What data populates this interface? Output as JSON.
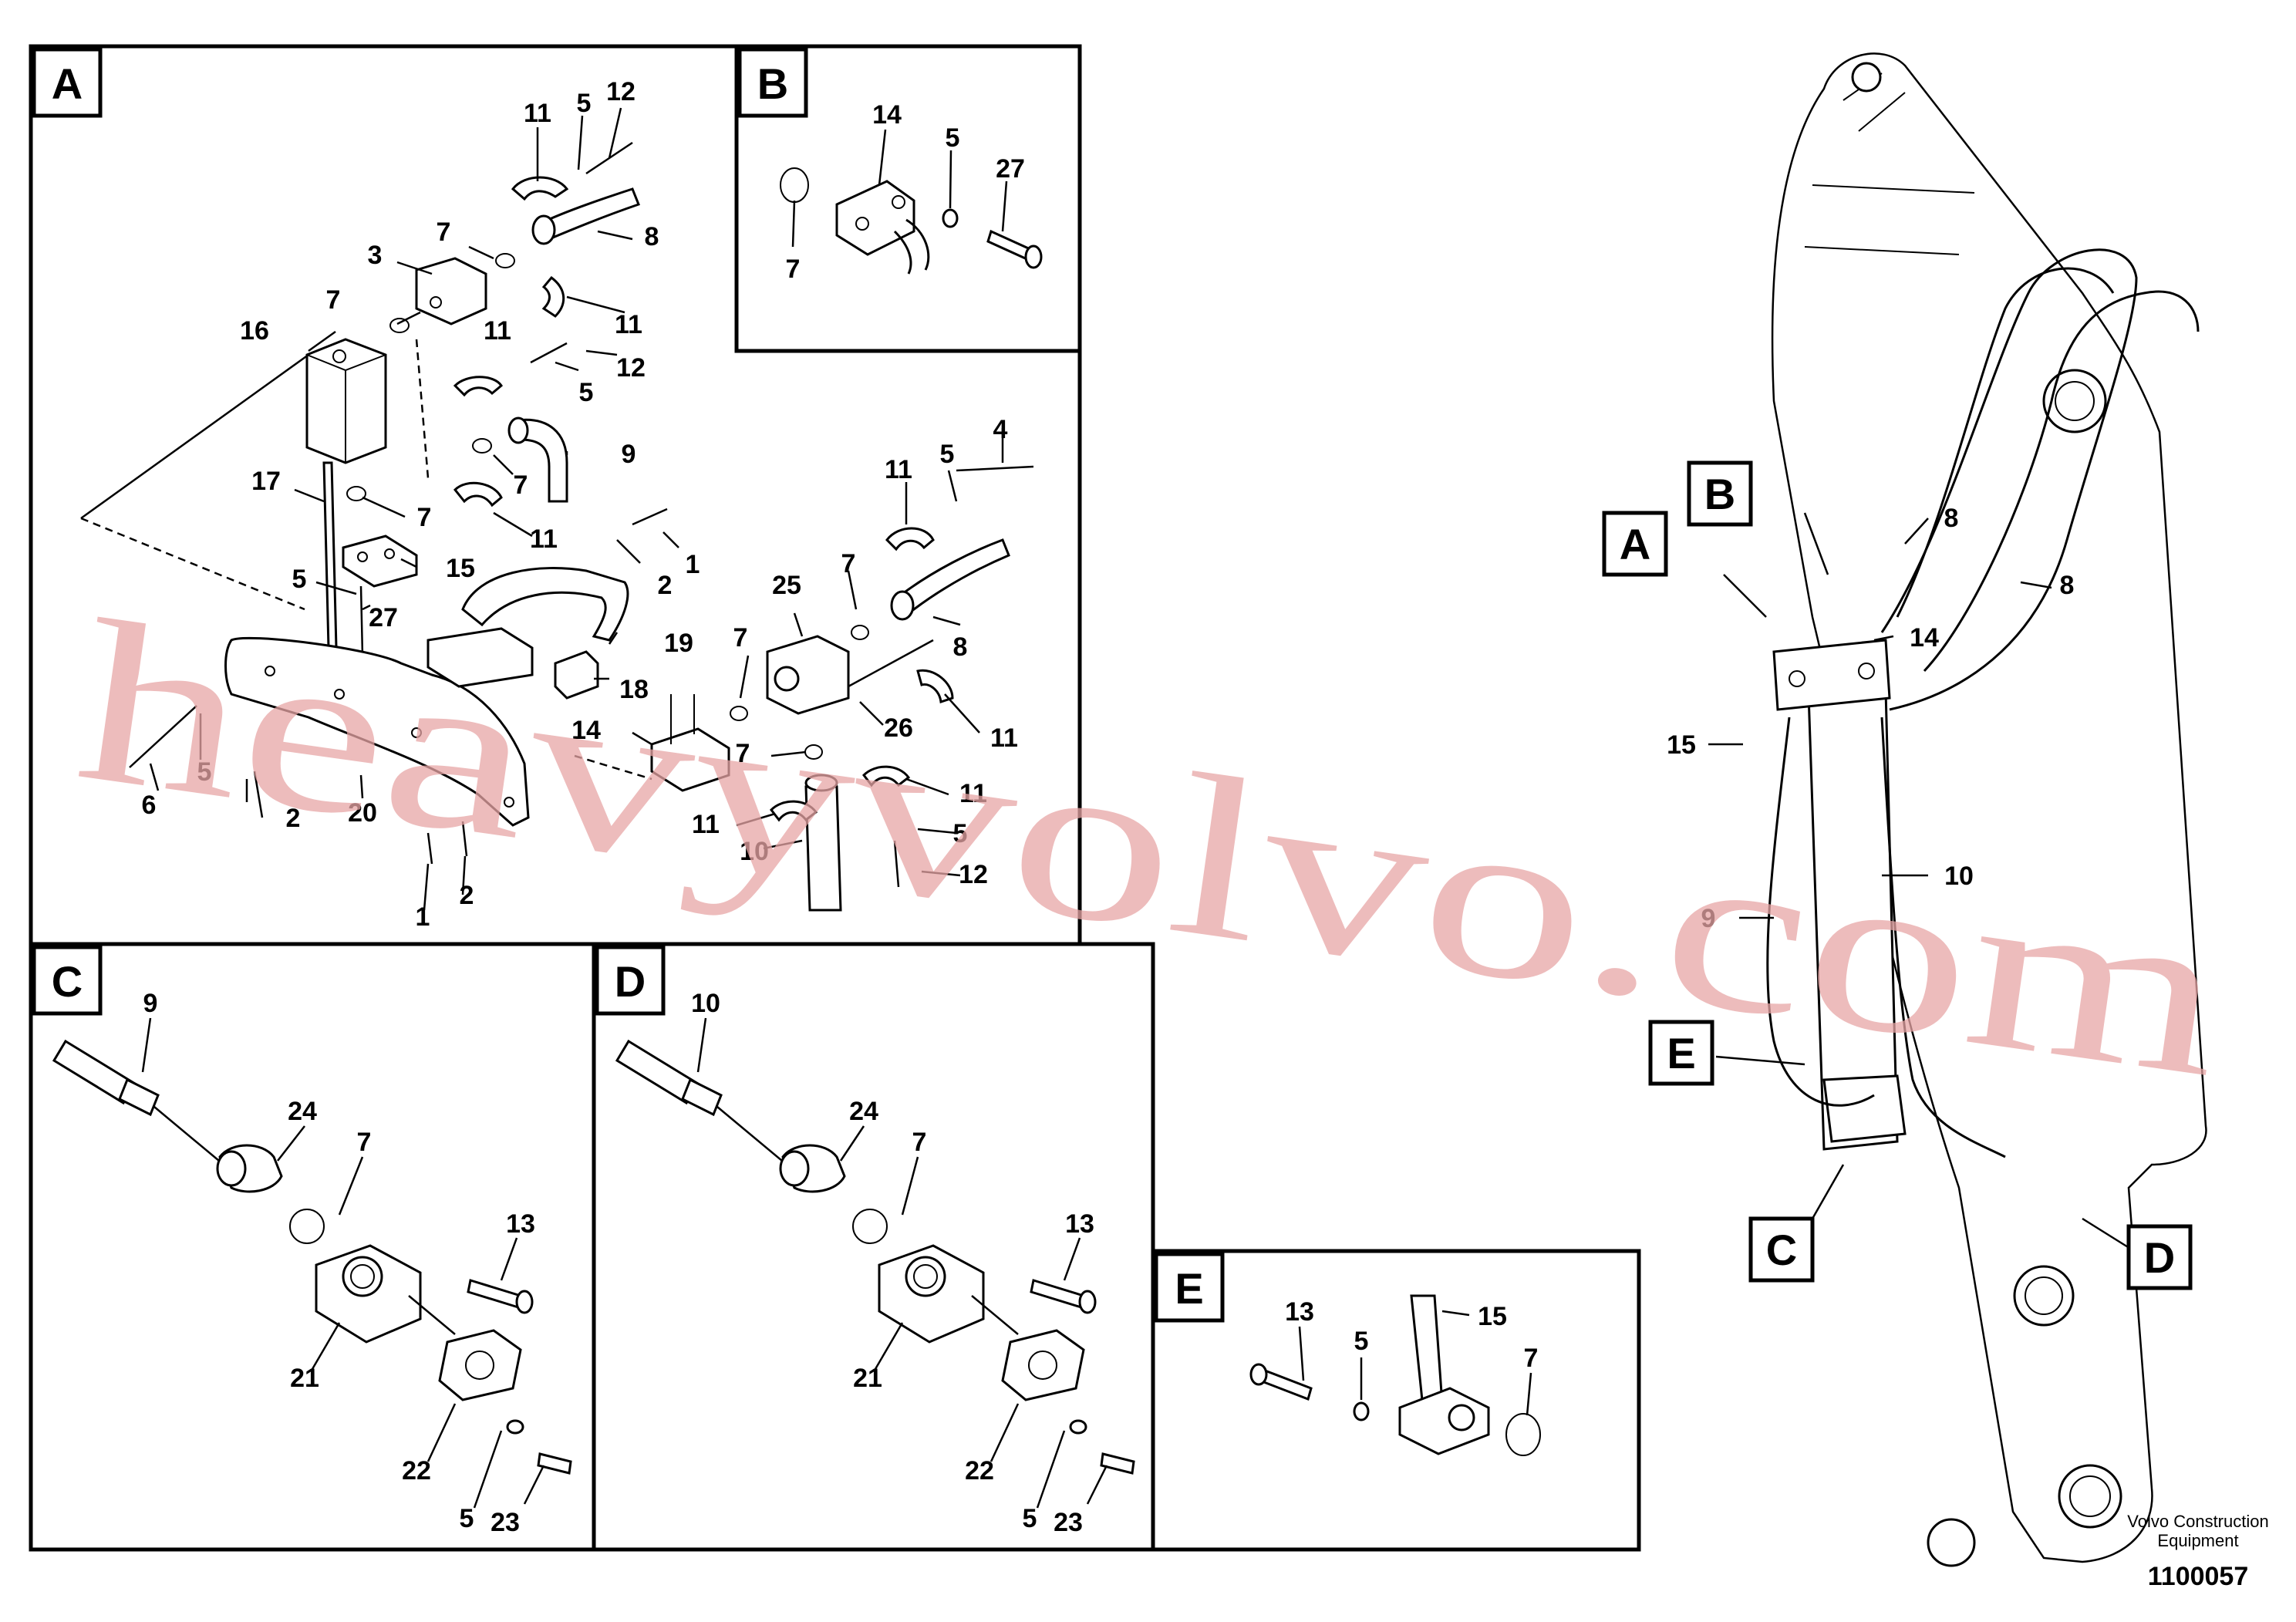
{
  "boxes": {
    "A": "A",
    "B": "B",
    "C": "C",
    "D": "D",
    "E": "E"
  },
  "callouts": {
    "A": [
      {
        "id": "a11a",
        "text": "11"
      },
      {
        "id": "a5a",
        "text": "5"
      },
      {
        "id": "a12a",
        "text": "12"
      },
      {
        "id": "a7a",
        "text": "7"
      },
      {
        "id": "a8a",
        "text": "8"
      },
      {
        "id": "a3",
        "text": "3"
      },
      {
        "id": "a11b",
        "text": "11"
      },
      {
        "id": "a7b",
        "text": "7"
      },
      {
        "id": "a16",
        "text": "16"
      },
      {
        "id": "a11c",
        "text": "11"
      },
      {
        "id": "a12b",
        "text": "12"
      },
      {
        "id": "a5b",
        "text": "5"
      },
      {
        "id": "a9",
        "text": "9"
      },
      {
        "id": "a7c",
        "text": "7"
      },
      {
        "id": "a17",
        "text": "17"
      },
      {
        "id": "a7d",
        "text": "7"
      },
      {
        "id": "a11d",
        "text": "11"
      },
      {
        "id": "a15",
        "text": "15"
      },
      {
        "id": "a5c",
        "text": "5"
      },
      {
        "id": "a27",
        "text": "27"
      },
      {
        "id": "a2a",
        "text": "2"
      },
      {
        "id": "a1a",
        "text": "1"
      },
      {
        "id": "a19",
        "text": "19"
      },
      {
        "id": "a18",
        "text": "18"
      },
      {
        "id": "a11e",
        "text": "11"
      },
      {
        "id": "a5d",
        "text": "5"
      },
      {
        "id": "a4",
        "text": "4"
      },
      {
        "id": "a7e",
        "text": "7"
      },
      {
        "id": "a25",
        "text": "25"
      },
      {
        "id": "a8b",
        "text": "8"
      },
      {
        "id": "a7f",
        "text": "7"
      },
      {
        "id": "a26",
        "text": "26"
      },
      {
        "id": "a11f",
        "text": "11"
      },
      {
        "id": "a14",
        "text": "14"
      },
      {
        "id": "a7g",
        "text": "7"
      },
      {
        "id": "a11g",
        "text": "11"
      },
      {
        "id": "a11h",
        "text": "11"
      },
      {
        "id": "a5e",
        "text": "5"
      },
      {
        "id": "a10",
        "text": "10"
      },
      {
        "id": "a12c",
        "text": "12"
      },
      {
        "id": "a6",
        "text": "6"
      },
      {
        "id": "a5f",
        "text": "5"
      },
      {
        "id": "a2b",
        "text": "2"
      },
      {
        "id": "a20",
        "text": "20"
      },
      {
        "id": "a1b",
        "text": "1"
      },
      {
        "id": "a2c",
        "text": "2"
      }
    ],
    "B": [
      {
        "id": "b14",
        "text": "14"
      },
      {
        "id": "b5",
        "text": "5"
      },
      {
        "id": "b27",
        "text": "27"
      },
      {
        "id": "b7",
        "text": "7"
      }
    ],
    "C": [
      {
        "id": "c9",
        "text": "9"
      },
      {
        "id": "c24",
        "text": "24"
      },
      {
        "id": "c7",
        "text": "7"
      },
      {
        "id": "c13",
        "text": "13"
      },
      {
        "id": "c21",
        "text": "21"
      },
      {
        "id": "c22",
        "text": "22"
      },
      {
        "id": "c5",
        "text": "5"
      },
      {
        "id": "c23",
        "text": "23"
      }
    ],
    "D": [
      {
        "id": "d10",
        "text": "10"
      },
      {
        "id": "d24",
        "text": "24"
      },
      {
        "id": "d7",
        "text": "7"
      },
      {
        "id": "d13",
        "text": "13"
      },
      {
        "id": "d21",
        "text": "21"
      },
      {
        "id": "d22",
        "text": "22"
      },
      {
        "id": "d5",
        "text": "5"
      },
      {
        "id": "d23",
        "text": "23"
      }
    ],
    "E": [
      {
        "id": "e13",
        "text": "13"
      },
      {
        "id": "e5",
        "text": "5"
      },
      {
        "id": "e15",
        "text": "15"
      },
      {
        "id": "e7",
        "text": "7"
      }
    ],
    "overview": [
      {
        "id": "o8a",
        "text": "8"
      },
      {
        "id": "o8b",
        "text": "8"
      },
      {
        "id": "o14",
        "text": "14"
      },
      {
        "id": "o15",
        "text": "15"
      },
      {
        "id": "o10",
        "text": "10"
      },
      {
        "id": "o9",
        "text": "9"
      }
    ]
  },
  "watermark": "heavyvolvo.com",
  "footer": {
    "brand_line1": "Volvo Construction",
    "brand_line2": "Equipment",
    "figure_number": "1100057"
  }
}
